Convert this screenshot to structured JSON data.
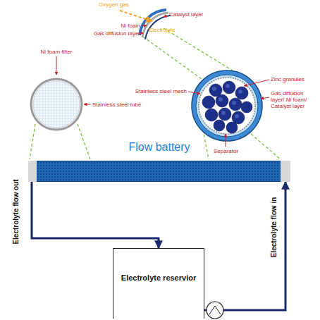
{
  "diagram": {
    "nodes": [
      {
        "text": [
          "Flow battery"
        ]
      },
      {
        "text": [
          "Electrolyte reservior"
        ]
      }
    ],
    "edges": [
      {
        "from": 0,
        "to": 1,
        "arrow": "to",
        "label": "Electrolyte flow out"
      },
      {
        "from": 1,
        "to": 0,
        "arrow": "to",
        "label": "Electrolyte flow in"
      }
    ],
    "labels": [
      "Oxygen gas",
      "Catalyst layer",
      "Ni foam",
      "Gas diffusion layer",
      "Electrolyte",
      "Zinc granules",
      "Gas diffusion layer/ Ni foam/ Catalyst layer",
      "Stainless steel mesh",
      "Separator",
      "Ni foam filter",
      "Stainless steel tube"
    ]
  }
}
